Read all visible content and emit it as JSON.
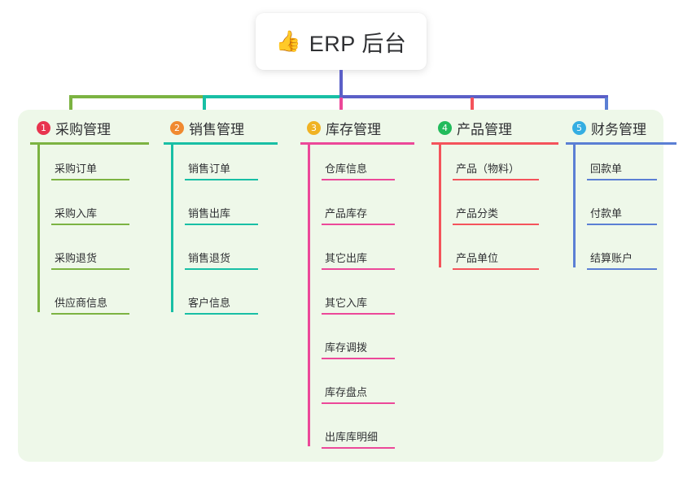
{
  "root": {
    "emoji": "👍",
    "emoji_name": "thumbs-up-icon",
    "title": "ERP 后台"
  },
  "theme": {
    "page_background": "#ffffff",
    "panel_background": "#EEF8E9",
    "root_stem": "#5B5FC7",
    "text": "#2f3033"
  },
  "connector": {
    "segments": [
      {
        "name": "green-segment",
        "color": "#7CB342"
      },
      {
        "name": "teal-segment",
        "color": "#18BFA5"
      },
      {
        "name": "blue-segment",
        "color": "#5B5FC7"
      }
    ]
  },
  "columns": [
    {
      "index": "1",
      "title": "采购管理",
      "badge_color": "#E8344E",
      "line_color": "#7CB342",
      "leaf_width": 96,
      "items": [
        {
          "label": "采购订单"
        },
        {
          "label": "采购入库"
        },
        {
          "label": "采购退货"
        },
        {
          "label": "供应商信息"
        }
      ]
    },
    {
      "index": "2",
      "title": "销售管理",
      "badge_color": "#F08A30",
      "line_color": "#18BFA5",
      "leaf_width": 90,
      "items": [
        {
          "label": "销售订单"
        },
        {
          "label": "销售出库"
        },
        {
          "label": "销售退货"
        },
        {
          "label": "客户信息"
        }
      ]
    },
    {
      "index": "3",
      "title": "库存管理",
      "badge_color": "#F0B323",
      "line_color": "#EC4899",
      "leaf_width": 90,
      "items": [
        {
          "label": "仓库信息"
        },
        {
          "label": "产品库存"
        },
        {
          "label": "其它出库"
        },
        {
          "label": "其它入库"
        },
        {
          "label": "库存调拨"
        },
        {
          "label": "库存盘点"
        },
        {
          "label": "出库库明细"
        }
      ]
    },
    {
      "index": "4",
      "title": "产品管理",
      "badge_color": "#22BB5B",
      "line_color": "#F4535B",
      "leaf_width": 106,
      "items": [
        {
          "label": "产品（物料）"
        },
        {
          "label": "产品分类"
        },
        {
          "label": "产品单位"
        }
      ]
    },
    {
      "index": "5",
      "title": "财务管理",
      "badge_color": "#35AEE2",
      "line_color": "#5B7FD4",
      "leaf_width": 86,
      "items": [
        {
          "label": "回款单"
        },
        {
          "label": "付款单"
        },
        {
          "label": "结算账户"
        }
      ]
    }
  ]
}
